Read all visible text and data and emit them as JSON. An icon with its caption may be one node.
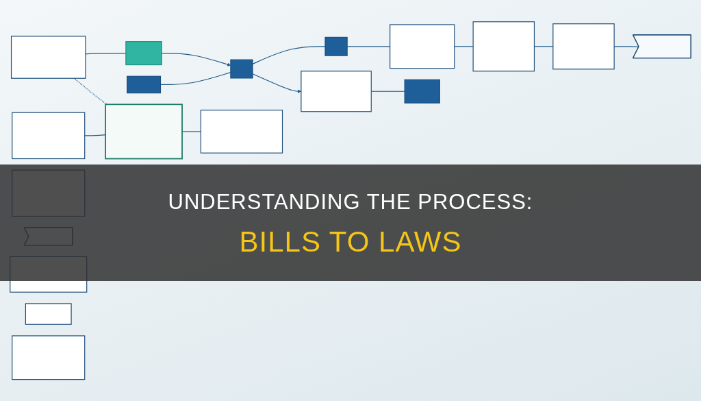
{
  "diagram": {
    "title": "UNDERSTANDING THE PROCESS: BILLS TO LAWS",
    "nodes": [
      {
        "text": [],
        "shape": "box"
      },
      {
        "text": [],
        "shape": "box"
      },
      {
        "text": [],
        "shape": "box"
      },
      {
        "text": [],
        "shape": "box"
      },
      {
        "text": [],
        "shape": "box"
      },
      {
        "text": [],
        "shape": "box"
      },
      {
        "text": [],
        "shape": "box"
      },
      {
        "text": [],
        "shape": "box"
      },
      {
        "text": [],
        "shape": "flag"
      },
      {
        "text": [],
        "shape": "box"
      },
      {
        "text": [],
        "shape": "box"
      },
      {
        "text": [],
        "shape": "box"
      },
      {
        "text": [],
        "shape": "box"
      },
      {
        "text": [],
        "shape": "box"
      },
      {
        "text": [],
        "shape": "box"
      },
      {
        "text": [],
        "shape": "box"
      },
      {
        "text": [],
        "shape": "box"
      },
      {
        "text": [],
        "shape": "flag"
      },
      {
        "text": [],
        "shape": "box"
      }
    ],
    "edges": [
      {
        "from": 0,
        "to": 1,
        "arrow": "none"
      },
      {
        "from": 1,
        "to": 3,
        "arrow": "to"
      },
      {
        "from": 3,
        "to": 4,
        "arrow": "to"
      },
      {
        "from": 2,
        "to": 3,
        "arrow": "none"
      },
      {
        "from": 3,
        "to": 5,
        "arrow": "none"
      },
      {
        "from": 5,
        "to": 9,
        "arrow": "none"
      },
      {
        "from": 4,
        "to": 6,
        "arrow": "none"
      },
      {
        "from": 0,
        "to": 11,
        "arrow": "none",
        "style": "dashed"
      },
      {
        "from": 9,
        "to": 14,
        "arrow": "none"
      },
      {
        "from": 14,
        "to": 16,
        "arrow": "none"
      },
      {
        "from": 16,
        "to": 17,
        "arrow": "none"
      },
      {
        "from": 13,
        "to": 11,
        "arrow": "none"
      },
      {
        "from": 11,
        "to": 18,
        "arrow": "none"
      }
    ]
  }
}
